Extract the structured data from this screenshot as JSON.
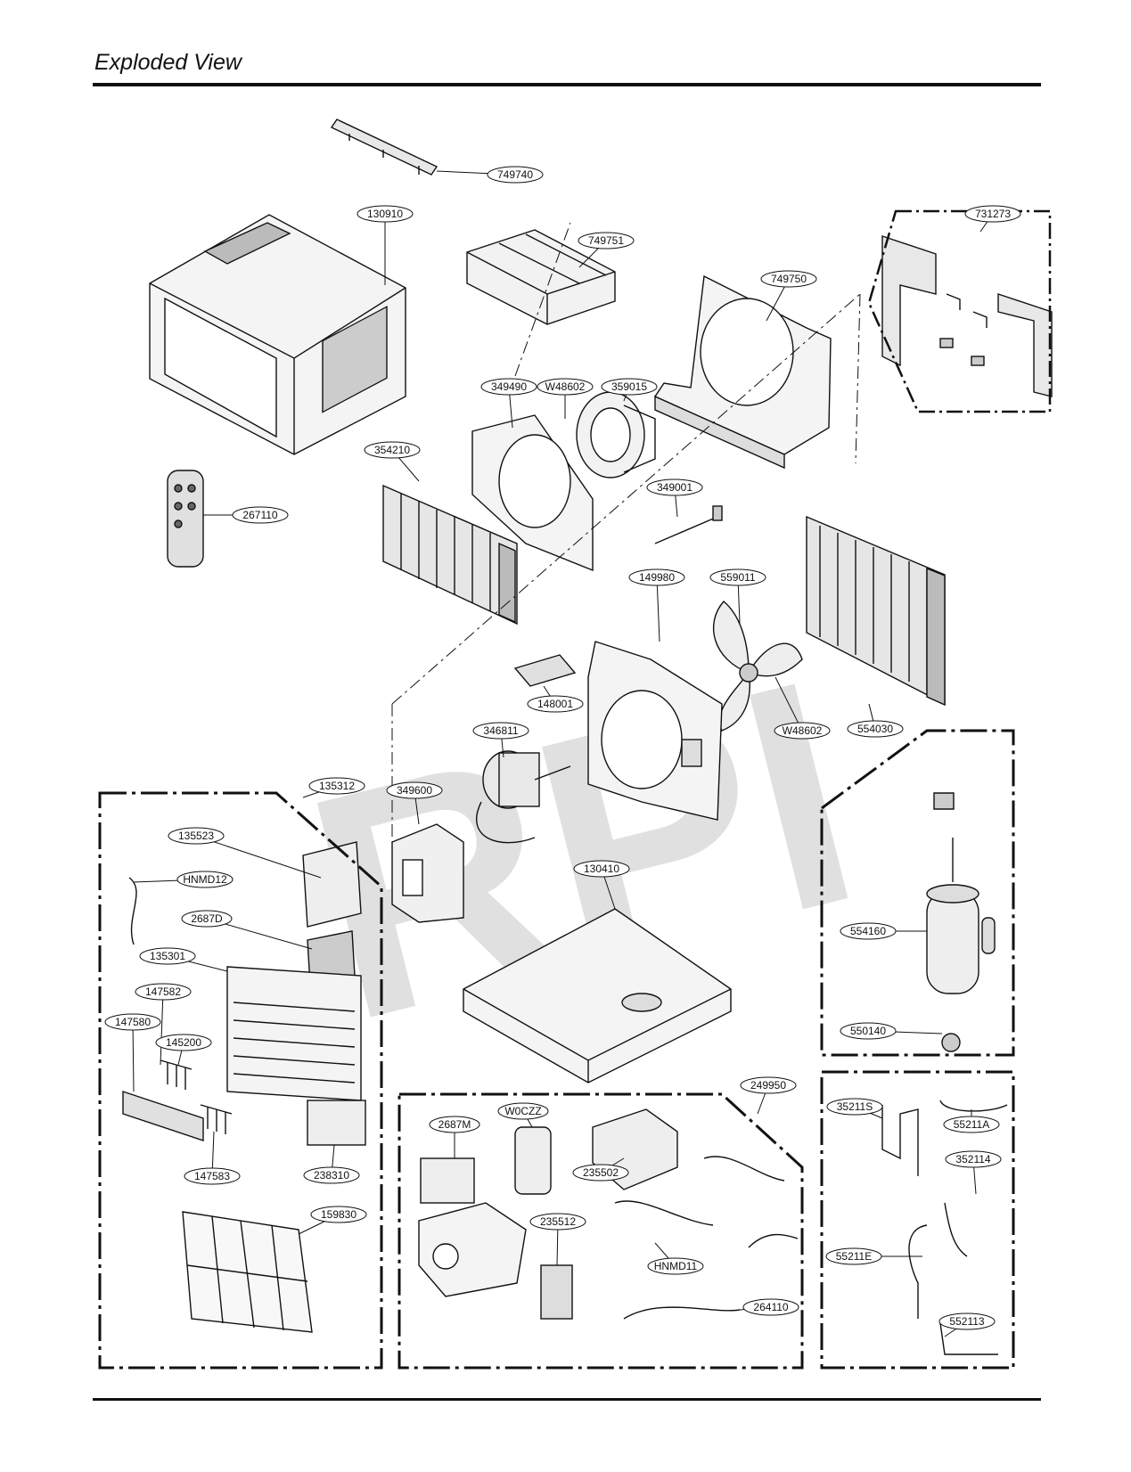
{
  "page": {
    "title": "Exploded View",
    "watermark": "RPI"
  },
  "parts": [
    "749740",
    "130910",
    "749751",
    "749750",
    "731273",
    "349490",
    "W48602",
    "359015",
    "354210",
    "349001",
    "267110",
    "559011",
    "149980",
    "148001",
    "W48602",
    "554030",
    "346811",
    "135312",
    "349600",
    "135523",
    "HNMD12",
    "2687D",
    "130410",
    "135301",
    "147582",
    "147580",
    "145200",
    "147583",
    "238310",
    "159830",
    "554160",
    "550140",
    "249950",
    "2687M",
    "W0CZZ",
    "235502",
    "235512",
    "HNMD11",
    "264110",
    "35211S",
    "55211A",
    "352114",
    "55211E",
    "552113"
  ],
  "colors": {
    "ink": "#111111",
    "watermark": "#d9d9d9"
  }
}
